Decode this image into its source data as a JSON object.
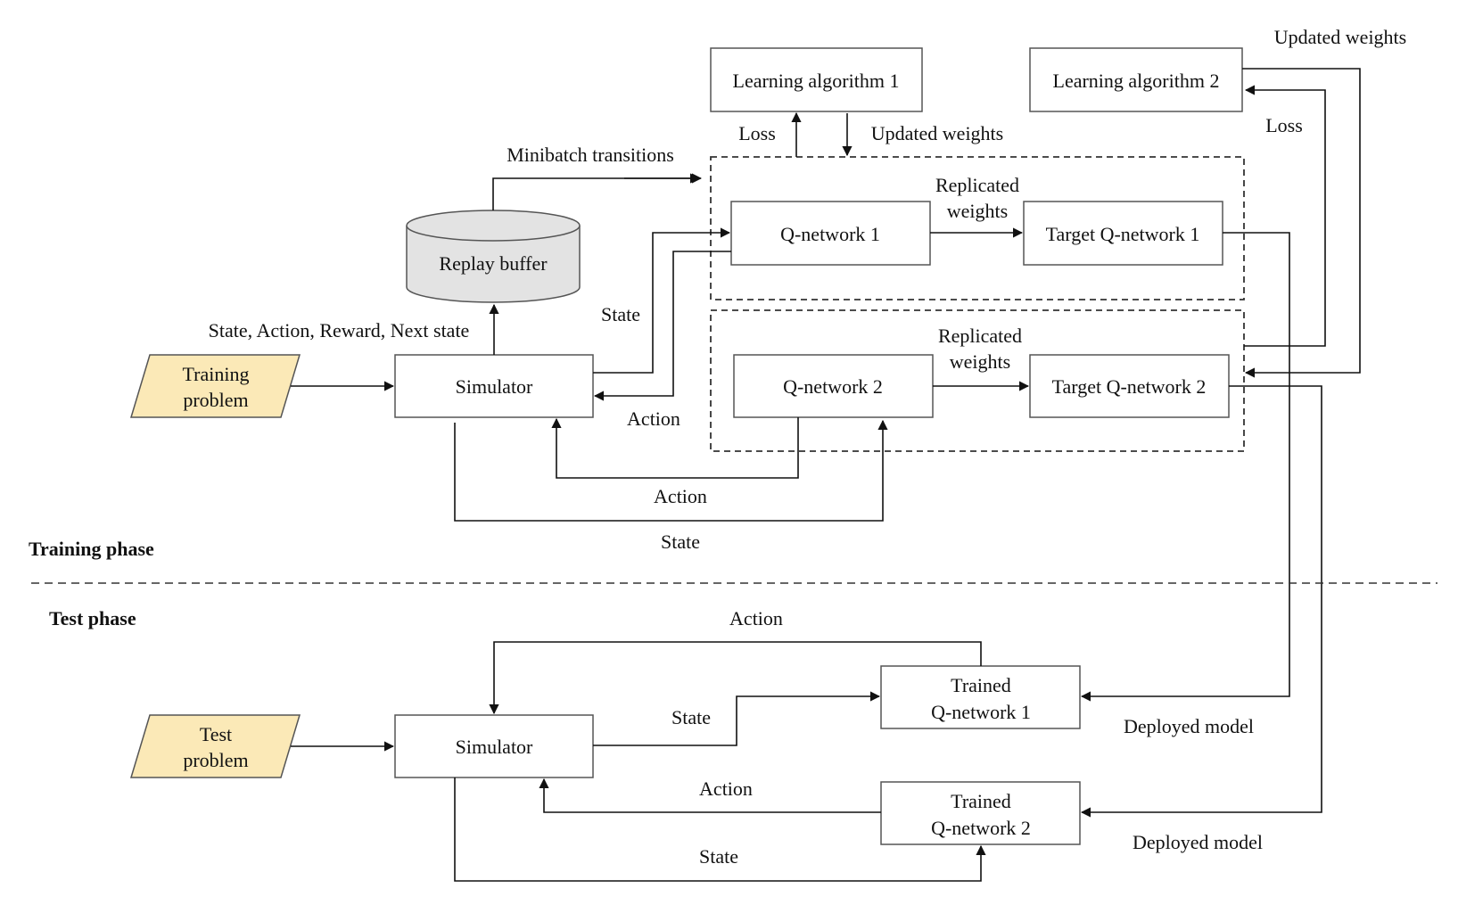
{
  "nodes": {
    "learning_algorithm_1": "Learning algorithm 1",
    "learning_algorithm_2": "Learning algorithm 2",
    "replay_buffer": "Replay buffer",
    "training_problem": [
      "Training",
      "problem"
    ],
    "simulator_train": "Simulator",
    "q_network_1": "Q-network 1",
    "target_q_network_1": "Target Q-network 1",
    "q_network_2": "Q-network 2",
    "target_q_network_2": "Target Q-network 2",
    "test_problem": [
      "Test",
      "problem"
    ],
    "simulator_test": "Simulator",
    "trained_q_network_1": [
      "Trained",
      "Q-network 1"
    ],
    "trained_q_network_2": [
      "Trained",
      "Q-network 2"
    ]
  },
  "edge_labels": {
    "updated_weights_top": "Updated weights",
    "loss_2": "Loss",
    "loss_1": "Loss",
    "updated_weights_1": "Updated weights",
    "minibatch_transitions": "Minibatch transitions",
    "replicated_weights_1": [
      "Replicated",
      "weights"
    ],
    "replicated_weights_2": [
      "Replicated",
      "weights"
    ],
    "sars": "State, Action, Reward, Next state",
    "state_q1": "State",
    "action_q1": "Action",
    "action_q2": "Action",
    "state_q2": "State",
    "test_action_top": "Action",
    "test_state_1": "State",
    "test_action_2": "Action",
    "test_state_2": "State",
    "deployed_model_1": "Deployed model",
    "deployed_model_2": "Deployed model"
  },
  "phases": {
    "training": "Training phase",
    "test": "Test phase"
  }
}
